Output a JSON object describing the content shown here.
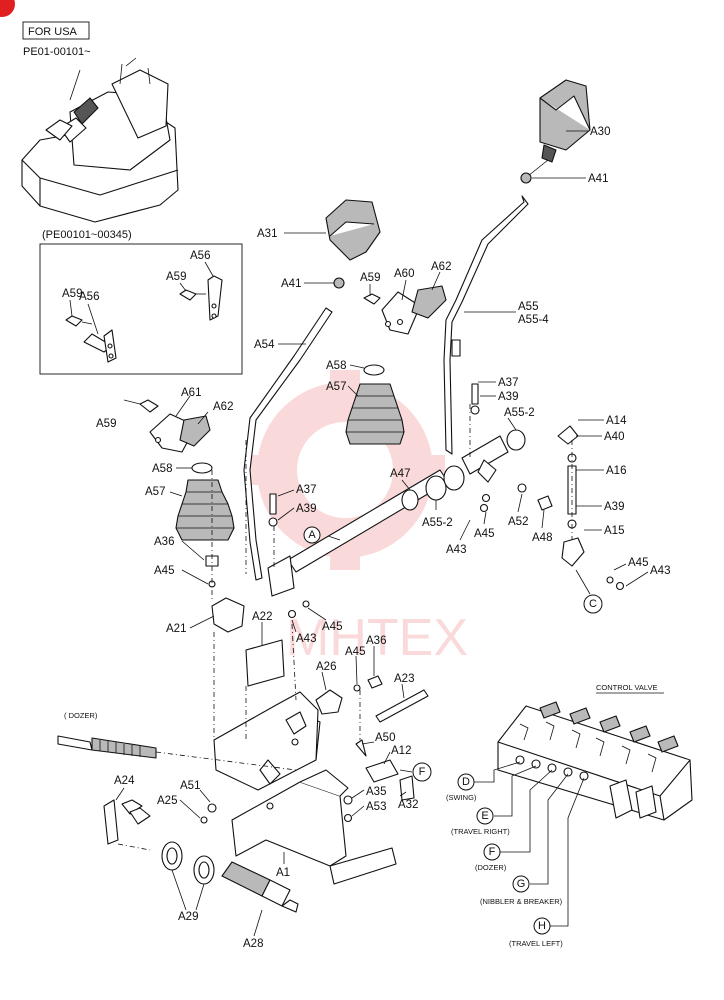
{
  "header": {
    "region_label": "FOR USA",
    "serial_range": "PE01-00101~"
  },
  "inset": {
    "title": "(PE00101~00345)"
  },
  "parts": {
    "a30": "A30",
    "a41_top": "A41",
    "a31": "A31",
    "a41_left": "A41",
    "a59_mid": "A59",
    "a60": "A60",
    "a62_mid": "A62",
    "a55": "A55",
    "a55_4": "A55-4",
    "a54": "A54",
    "a58_mid": "A58",
    "a57_mid": "A57",
    "a37_right": "A37",
    "a39_right": "A39",
    "a55_2_top": "A55-2",
    "a14": "A14",
    "a40": "A40",
    "a16": "A16",
    "a39_far": "A39",
    "a15": "A15",
    "a45_far": "A45",
    "a43_far": "A43",
    "a61": "A61",
    "a59_left": "A59",
    "a62_left": "A62",
    "a58_left": "A58",
    "a57_left": "A57",
    "a37_left": "A37",
    "a39_left": "A39",
    "a47": "A47",
    "a55_2_bottom": "A55-2",
    "a43_mid": "A43",
    "a45_mid": "A45",
    "a52": "A52",
    "a48": "A48",
    "a36_left": "A36",
    "a45_left": "A45",
    "a21": "A21",
    "a22": "A22",
    "a43_low": "A43",
    "a45_low": "A45",
    "a26": "A26",
    "a45_lower": "A45",
    "a36_right": "A36",
    "a23": "A23",
    "a50": "A50",
    "a12": "A12",
    "a32": "A32",
    "a24": "A24",
    "a51": "A51",
    "a25": "A25",
    "a35": "A35",
    "a53": "A53",
    "a1": "A1",
    "a29": "A29",
    "a28": "A28",
    "inset_a56_right": "A56",
    "inset_a59_right": "A59",
    "inset_a59_left": "A59",
    "inset_a56_left": "A56"
  },
  "callouts": {
    "a": "A",
    "c": "C",
    "f_main": "F",
    "d": "D",
    "e": "E",
    "f_valve": "F",
    "g": "G",
    "h": "H"
  },
  "cable_labels": {
    "dozer": "( DOZER)"
  },
  "control_valve": {
    "title": "CONTROL VALVE",
    "ports": [
      "(SWING)",
      "(TRAVEL RIGHT)",
      "(DOZER)",
      "(NIBBLER & BREAKER)",
      "(TRAVEL LEFT)"
    ]
  },
  "watermark": {
    "text": "MHTEX",
    "color": "#e8323a"
  },
  "colors": {
    "line": "#111111",
    "corner_marker": "#e02020"
  }
}
